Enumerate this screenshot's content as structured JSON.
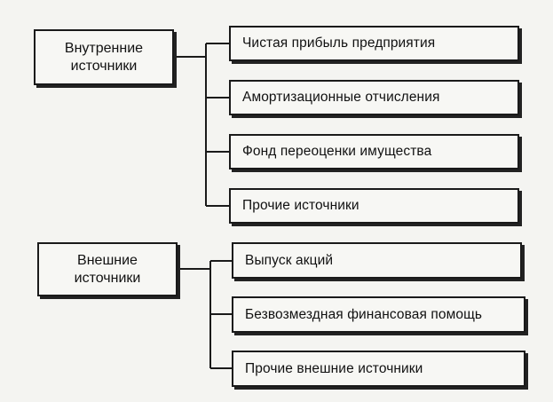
{
  "groups": [
    {
      "title_lines": [
        "Внутренние",
        "источники"
      ],
      "items": [
        "Чистая прибыль предприятия",
        "Амортизационные отчисления",
        "Фонд переоценки имущества",
        "Прочие источники"
      ]
    },
    {
      "title_lines": [
        "Внешние",
        "источники"
      ],
      "items": [
        "Выпуск акций",
        "Безвозмездная финансовая помощь",
        "Прочие внешние источники"
      ]
    }
  ],
  "colors": {
    "line": "#1a1a1a",
    "background": "#f4f4f1",
    "box_fill": "#f7f7f4"
  }
}
